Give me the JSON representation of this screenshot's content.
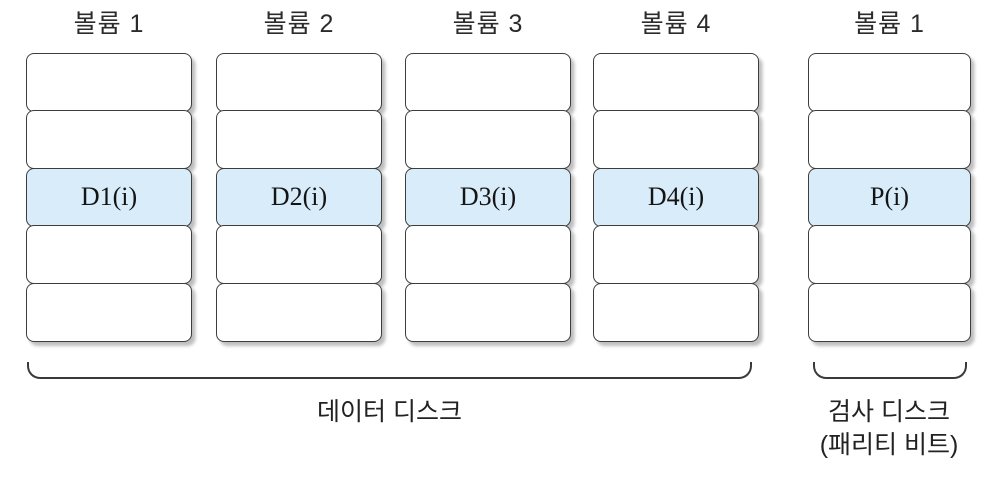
{
  "diagram": {
    "type": "raid-parity-disk-layout",
    "columns": [
      {
        "title": "볼륨 1",
        "cell_label": "D1(i)",
        "group": "data"
      },
      {
        "title": "볼륨 2",
        "cell_label": "D2(i)",
        "group": "data"
      },
      {
        "title": "볼륨 3",
        "cell_label": "D3(i)",
        "group": "data"
      },
      {
        "title": "볼륨 4",
        "cell_label": "D4(i)",
        "group": "data"
      },
      {
        "title": "볼륨 1",
        "cell_label": "P(i)",
        "group": "parity"
      }
    ],
    "rows_per_column": 5,
    "highlight_row_index": 3,
    "groups": {
      "data": {
        "label": "데이터 디스크"
      },
      "parity": {
        "label": "검사 디스크",
        "sublabel": "(패리티 비트)"
      }
    },
    "colors": {
      "highlight_fill": "#d9ecf9",
      "line": "#3d3d3d",
      "background": "#ffffff"
    }
  }
}
